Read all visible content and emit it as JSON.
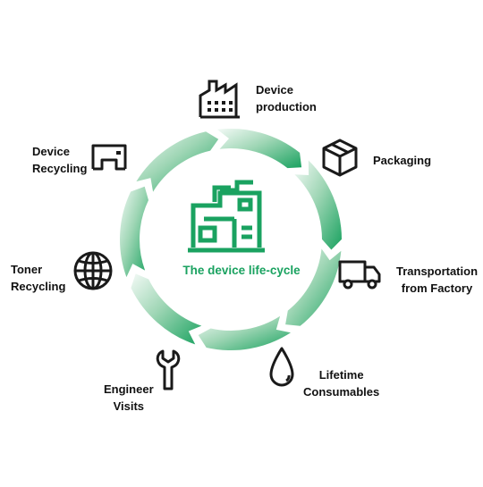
{
  "colors": {
    "accent": "#1aa260",
    "accent_light": "#e6f4ec",
    "icon": "#1a1a1a",
    "text": "#111111"
  },
  "center": {
    "title": "The device life-cycle",
    "icon": "factory-outline-icon"
  },
  "stages": [
    {
      "id": "device-production",
      "icon": "factory-icon",
      "lines": [
        "Device",
        "production"
      ]
    },
    {
      "id": "packaging",
      "icon": "box-icon",
      "lines": [
        "Packaging"
      ]
    },
    {
      "id": "transportation",
      "icon": "truck-icon",
      "lines": [
        "Transportation",
        "from Factory"
      ]
    },
    {
      "id": "consumables",
      "icon": "droplet-icon",
      "lines": [
        "Lifetime",
        "Consumables"
      ]
    },
    {
      "id": "engineer-visits",
      "icon": "wrench-icon",
      "lines": [
        "Engineer",
        "Visits"
      ]
    },
    {
      "id": "toner-recycling",
      "icon": "globe-icon",
      "lines": [
        "Toner",
        "Recycling"
      ]
    },
    {
      "id": "device-recycling",
      "icon": "printer-icon",
      "lines": [
        "Device",
        "Recycling"
      ]
    }
  ]
}
